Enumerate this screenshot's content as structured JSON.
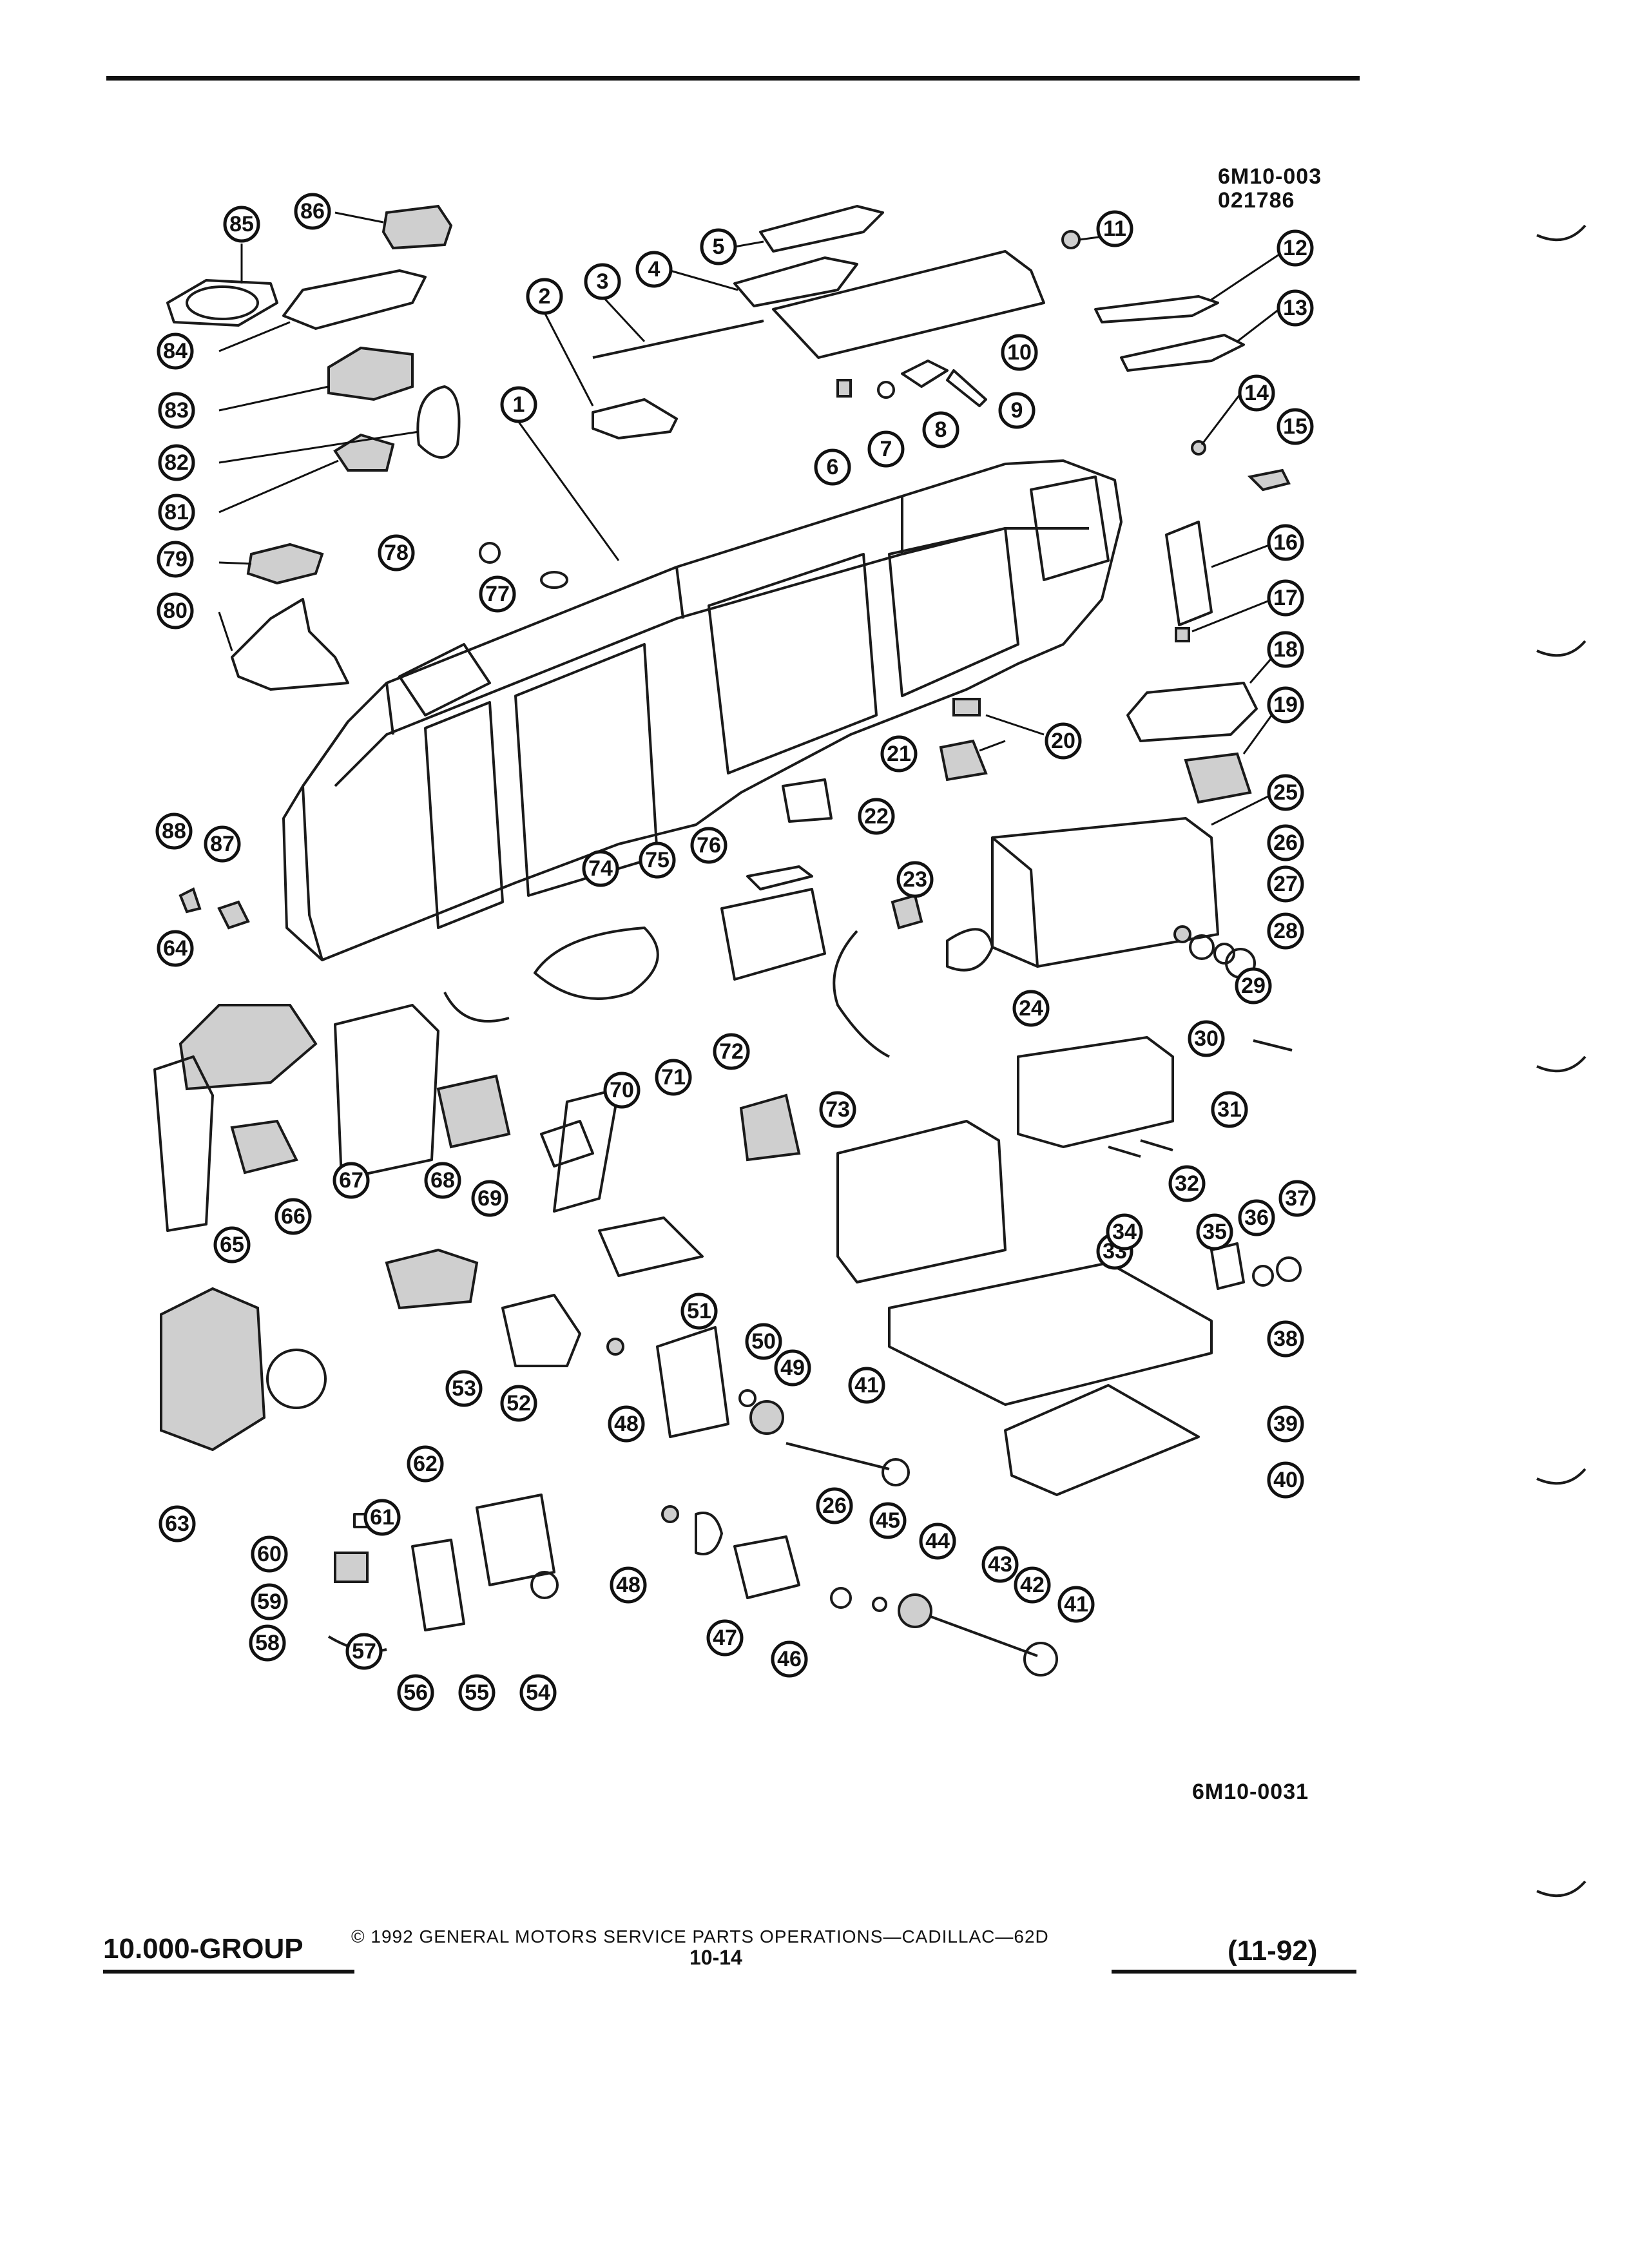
{
  "header": {
    "ref_code_top": "6M10-003",
    "ref_code_top_2": "021786"
  },
  "diagram": {
    "bottom_ref_code": "6M10-0031",
    "callouts": [
      {
        "label": "1"
      },
      {
        "label": "2"
      },
      {
        "label": "3"
      },
      {
        "label": "4"
      },
      {
        "label": "5"
      },
      {
        "label": "6"
      },
      {
        "label": "7"
      },
      {
        "label": "8"
      },
      {
        "label": "9"
      },
      {
        "label": "10"
      },
      {
        "label": "11"
      },
      {
        "label": "12"
      },
      {
        "label": "13"
      },
      {
        "label": "14"
      },
      {
        "label": "15"
      },
      {
        "label": "16"
      },
      {
        "label": "17"
      },
      {
        "label": "18"
      },
      {
        "label": "19"
      },
      {
        "label": "20"
      },
      {
        "label": "21"
      },
      {
        "label": "22"
      },
      {
        "label": "23"
      },
      {
        "label": "24"
      },
      {
        "label": "25"
      },
      {
        "label": "26"
      },
      {
        "label": "27"
      },
      {
        "label": "28"
      },
      {
        "label": "29"
      },
      {
        "label": "30"
      },
      {
        "label": "31"
      },
      {
        "label": "32"
      },
      {
        "label": "33"
      },
      {
        "label": "34"
      },
      {
        "label": "35"
      },
      {
        "label": "36"
      },
      {
        "label": "37"
      },
      {
        "label": "38"
      },
      {
        "label": "39"
      },
      {
        "label": "40"
      },
      {
        "label": "41"
      },
      {
        "label": "41"
      },
      {
        "label": "42"
      },
      {
        "label": "43"
      },
      {
        "label": "44"
      },
      {
        "label": "45"
      },
      {
        "label": "26"
      },
      {
        "label": "46"
      },
      {
        "label": "47"
      },
      {
        "label": "48"
      },
      {
        "label": "48"
      },
      {
        "label": "49"
      },
      {
        "label": "50"
      },
      {
        "label": "51"
      },
      {
        "label": "52"
      },
      {
        "label": "53"
      },
      {
        "label": "54"
      },
      {
        "label": "55"
      },
      {
        "label": "56"
      },
      {
        "label": "57"
      },
      {
        "label": "58"
      },
      {
        "label": "59"
      },
      {
        "label": "60"
      },
      {
        "label": "61"
      },
      {
        "label": "62"
      },
      {
        "label": "63"
      },
      {
        "label": "64"
      },
      {
        "label": "65"
      },
      {
        "label": "66"
      },
      {
        "label": "67"
      },
      {
        "label": "68"
      },
      {
        "label": "69"
      },
      {
        "label": "70"
      },
      {
        "label": "71"
      },
      {
        "label": "72"
      },
      {
        "label": "73"
      },
      {
        "label": "74"
      },
      {
        "label": "75"
      },
      {
        "label": "76"
      },
      {
        "label": "77"
      },
      {
        "label": "78"
      },
      {
        "label": "79"
      },
      {
        "label": "80"
      },
      {
        "label": "81"
      },
      {
        "label": "82"
      },
      {
        "label": "83"
      },
      {
        "label": "84"
      },
      {
        "label": "85"
      },
      {
        "label": "86"
      },
      {
        "label": "87"
      },
      {
        "label": "88"
      }
    ]
  },
  "footer": {
    "group_label": "10.000-GROUP",
    "copyright": "© 1992 GENERAL MOTORS SERVICE PARTS OPERATIONS—CADILLAC—62D",
    "page_number": "10-14",
    "date_code": "(11-92)"
  }
}
